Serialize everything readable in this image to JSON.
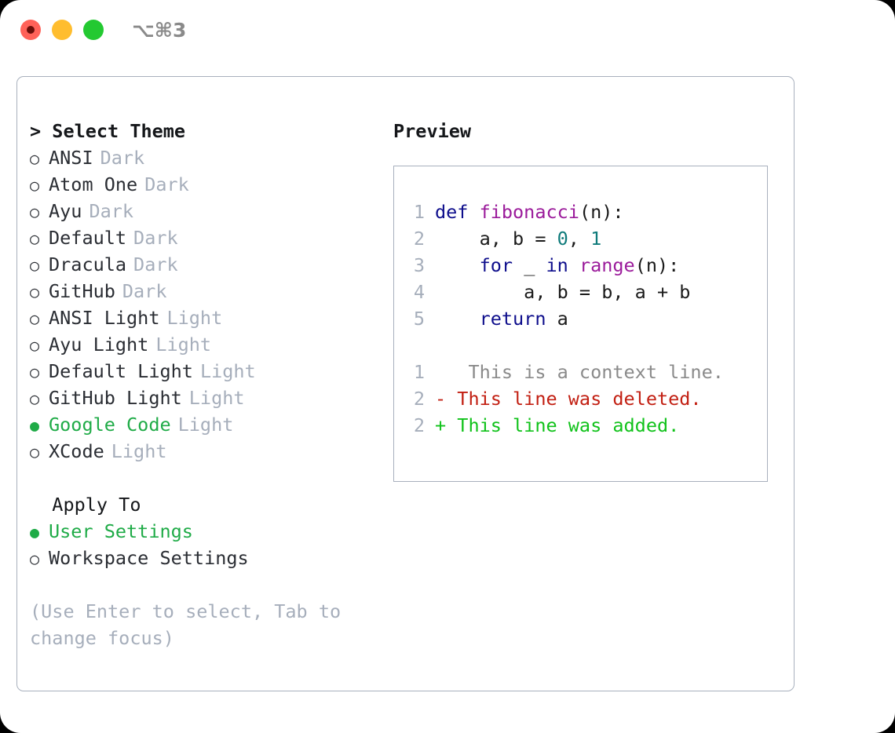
{
  "titlebar": {
    "shortcut": "⌥⌘3",
    "buttons": [
      {
        "name": "close",
        "color": "#ff6259"
      },
      {
        "name": "minimize",
        "color": "#ffbd2e"
      },
      {
        "name": "maximize",
        "color": "#23c931"
      }
    ]
  },
  "theme_section": {
    "header": "> Select Theme",
    "items": [
      {
        "marker": "○",
        "label": "ANSI",
        "badge": "Dark",
        "selected": false
      },
      {
        "marker": "○",
        "label": "Atom One",
        "badge": "Dark",
        "selected": false
      },
      {
        "marker": "○",
        "label": "Ayu",
        "badge": "Dark",
        "selected": false
      },
      {
        "marker": "○",
        "label": "Default",
        "badge": "Dark",
        "selected": false
      },
      {
        "marker": "○",
        "label": "Dracula",
        "badge": "Dark",
        "selected": false
      },
      {
        "marker": "○",
        "label": "GitHub",
        "badge": "Dark",
        "selected": false
      },
      {
        "marker": "○",
        "label": "ANSI Light",
        "badge": "Light",
        "selected": false
      },
      {
        "marker": "○",
        "label": "Ayu Light",
        "badge": "Light",
        "selected": false
      },
      {
        "marker": "○",
        "label": "Default Light",
        "badge": "Light",
        "selected": false
      },
      {
        "marker": "○",
        "label": "GitHub Light",
        "badge": "Light",
        "selected": false
      },
      {
        "marker": "●",
        "label": "Google Code",
        "badge": "Light",
        "selected": true
      },
      {
        "marker": "○",
        "label": "XCode",
        "badge": "Light",
        "selected": false
      }
    ]
  },
  "apply_section": {
    "header": "  Apply To",
    "items": [
      {
        "marker": "●",
        "label": "User Settings",
        "selected": true
      },
      {
        "marker": "○",
        "label": "Workspace Settings",
        "selected": false
      }
    ]
  },
  "hint": "(Use Enter to select, Tab to change focus)",
  "preview": {
    "title": "Preview",
    "code_lines": [
      {
        "number": "1",
        "tokens": [
          {
            "t": "def ",
            "c": "kw"
          },
          {
            "t": "fibonacci",
            "c": "fn"
          },
          {
            "t": "(n):",
            "c": "pl"
          }
        ]
      },
      {
        "number": "2",
        "tokens": [
          {
            "t": "    a, b = ",
            "c": "pl"
          },
          {
            "t": "0",
            "c": "num"
          },
          {
            "t": ", ",
            "c": "pl"
          },
          {
            "t": "1",
            "c": "num"
          }
        ]
      },
      {
        "number": "3",
        "tokens": [
          {
            "t": "    ",
            "c": "pl"
          },
          {
            "t": "for",
            "c": "kw"
          },
          {
            "t": " _ ",
            "c": "pl"
          },
          {
            "t": "in",
            "c": "kw"
          },
          {
            "t": " ",
            "c": "pl"
          },
          {
            "t": "range",
            "c": "fn"
          },
          {
            "t": "(n):",
            "c": "pl"
          }
        ]
      },
      {
        "number": "4",
        "tokens": [
          {
            "t": "        a, b = b, a + b",
            "c": "pl"
          }
        ]
      },
      {
        "number": "5",
        "tokens": [
          {
            "t": "    ",
            "c": "pl"
          },
          {
            "t": "return",
            "c": "kw"
          },
          {
            "t": " a",
            "c": "pl"
          }
        ]
      }
    ],
    "diff_lines": [
      {
        "number": "1",
        "sign": " ",
        "text": "  This is a context line.",
        "kind": "ctx"
      },
      {
        "number": "2",
        "sign": "-",
        "text": " This line was deleted.",
        "kind": "del"
      },
      {
        "number": "2",
        "sign": "+",
        "text": " This line was added.",
        "kind": "add"
      }
    ]
  },
  "colors": {
    "accent_green": "#1fab47",
    "muted": "#a6aebb",
    "border": "#a8b0bd",
    "keyword": "#0e0e8c",
    "function": "#9b1b9b",
    "number": "#0f7b7b",
    "diff_add": "#10c21a",
    "diff_del": "#c21f12",
    "diff_ctx": "#8a8a8a"
  }
}
